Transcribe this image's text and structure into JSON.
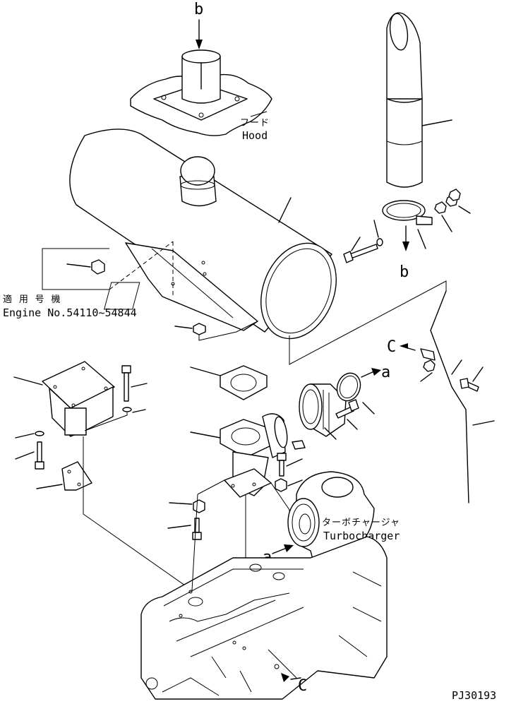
{
  "callouts": {
    "b_top": "b",
    "b_clamp": "b",
    "a_gasket": "a",
    "a_turbo": "a",
    "c_pipe": "C",
    "c_engine": "C"
  },
  "labels": {
    "hood_jp": "フード",
    "hood_en": "Hood",
    "turbo_jp": "ターボチャージャ",
    "turbo_en": "Turbocharger",
    "engine_jp": "適 用 号 機",
    "engine_no": "Engine No.54110~54844"
  },
  "drawing_code": "PJ30193"
}
